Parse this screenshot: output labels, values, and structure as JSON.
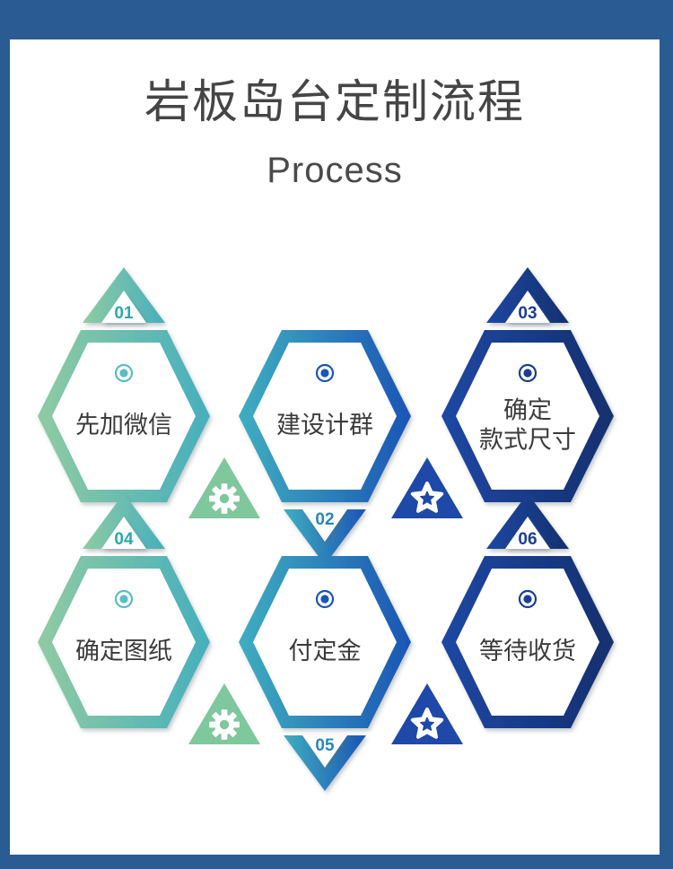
{
  "frame": {
    "border_color": "#2A5B93",
    "background": "#FFFFFF"
  },
  "header": {
    "title": "岩板岛台定制流程",
    "subtitle": "Process",
    "title_color": "#454545"
  },
  "palette": {
    "green": "#8FCBA2",
    "teal": "#46AFBD",
    "mid_blue": "#3E95C0",
    "blue": "#1B55B5",
    "navy_light": "#1C3F96",
    "navy_dark": "#16306E",
    "badge_text_teal": "#2AA9AE",
    "badge_text_blue": "#1E5FB0",
    "badge_text_navy": "#1B3E8E"
  },
  "diagram": {
    "type": "process-flow",
    "step_count": 6,
    "steps": [
      {
        "number": "01",
        "label": "先加微信",
        "label_lines": [
          "先加微信"
        ],
        "badge_position": "top",
        "gradient_from": "#8FCBA2",
        "gradient_to": "#46AFBD",
        "badge_from": "#8FCBA2",
        "badge_to": "#46AFBD",
        "badge_text_color": "#2AA9AE",
        "dot_color": "#5CBCC4",
        "row": 0,
        "col": 0
      },
      {
        "number": "02",
        "label": "建设计群",
        "label_lines": [
          "建设计群"
        ],
        "badge_position": "bottom",
        "gradient_from": "#3FAEC0",
        "gradient_to": "#1B55B5",
        "badge_from": "#3FAEC0",
        "badge_to": "#1B55B5",
        "badge_text_color": "#2A86B8",
        "dot_color": "#1B55B5",
        "row": 0,
        "col": 1
      },
      {
        "number": "03",
        "label": "确定款式尺寸",
        "label_lines": [
          "确定",
          "款式尺寸"
        ],
        "badge_position": "top",
        "gradient_from": "#1C47A3",
        "gradient_to": "#16306E",
        "badge_from": "#1C47A3",
        "badge_to": "#16306E",
        "badge_text_color": "#1B3E8E",
        "dot_color": "#1B3E8E",
        "row": 0,
        "col": 2
      },
      {
        "number": "04",
        "label": "确定图纸",
        "label_lines": [
          "确定图纸"
        ],
        "badge_position": "top",
        "gradient_from": "#8FCBA2",
        "gradient_to": "#46AFBD",
        "badge_from": "#8FCBA2",
        "badge_to": "#46AFBD",
        "badge_text_color": "#2AA9AE",
        "dot_color": "#5CBCC4",
        "row": 1,
        "col": 0
      },
      {
        "number": "05",
        "label": "付定金",
        "label_lines": [
          "付定金"
        ],
        "badge_position": "bottom",
        "gradient_from": "#3FAEC0",
        "gradient_to": "#1B55B5",
        "badge_from": "#3FAEC0",
        "badge_to": "#1B55B5",
        "badge_text_color": "#2A86B8",
        "dot_color": "#1B55B5",
        "row": 1,
        "col": 1
      },
      {
        "number": "06",
        "label": "等待收货",
        "label_lines": [
          "等待收货"
        ],
        "badge_position": "top",
        "gradient_from": "#1C47A3",
        "gradient_to": "#16306E",
        "badge_from": "#1C47A3",
        "badge_to": "#16306E",
        "badge_text_color": "#1B3E8E",
        "dot_color": "#1B3E8E",
        "row": 1,
        "col": 2
      }
    ],
    "connectors": [
      {
        "icon": "gear-icon",
        "color": "#7FC79C",
        "row": 0,
        "after_step": "01"
      },
      {
        "icon": "star-icon",
        "color": "#1E49A8",
        "row": 0,
        "after_step": "02"
      },
      {
        "icon": "gear-icon",
        "color": "#7FC79C",
        "row": 1,
        "after_step": "04"
      },
      {
        "icon": "star-icon",
        "color": "#1E49A8",
        "row": 1,
        "after_step": "05"
      }
    ]
  }
}
